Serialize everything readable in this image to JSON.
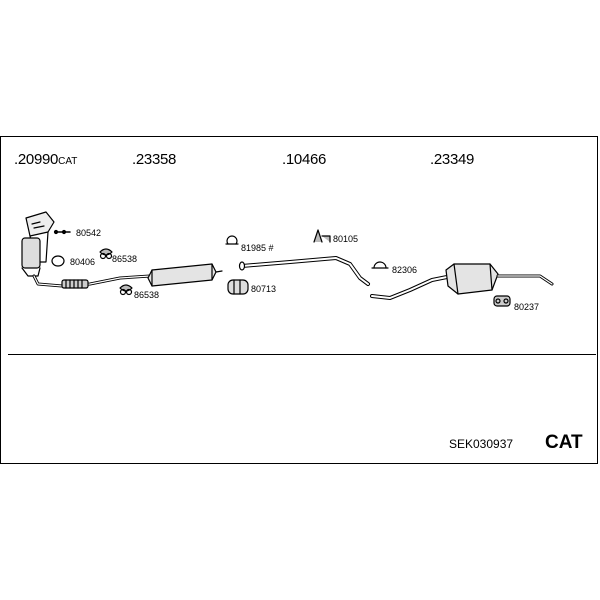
{
  "header": {
    "part_numbers": [
      {
        "number": ".20990",
        "suffix": "CAT"
      },
      {
        "number": ".23358",
        "suffix": ""
      },
      {
        "number": ".10466",
        "suffix": ""
      },
      {
        "number": ".23349",
        "suffix": ""
      }
    ]
  },
  "parts": {
    "p80542": "80542",
    "p80406": "80406",
    "p86538a": "86538",
    "p86538b": "86538",
    "p81985": "81985 #",
    "p80713": "80713",
    "p80105": "80105",
    "p82306": "82306",
    "p80237": "80237"
  },
  "footer": {
    "code": "SEK030937",
    "badge": "CAT"
  }
}
